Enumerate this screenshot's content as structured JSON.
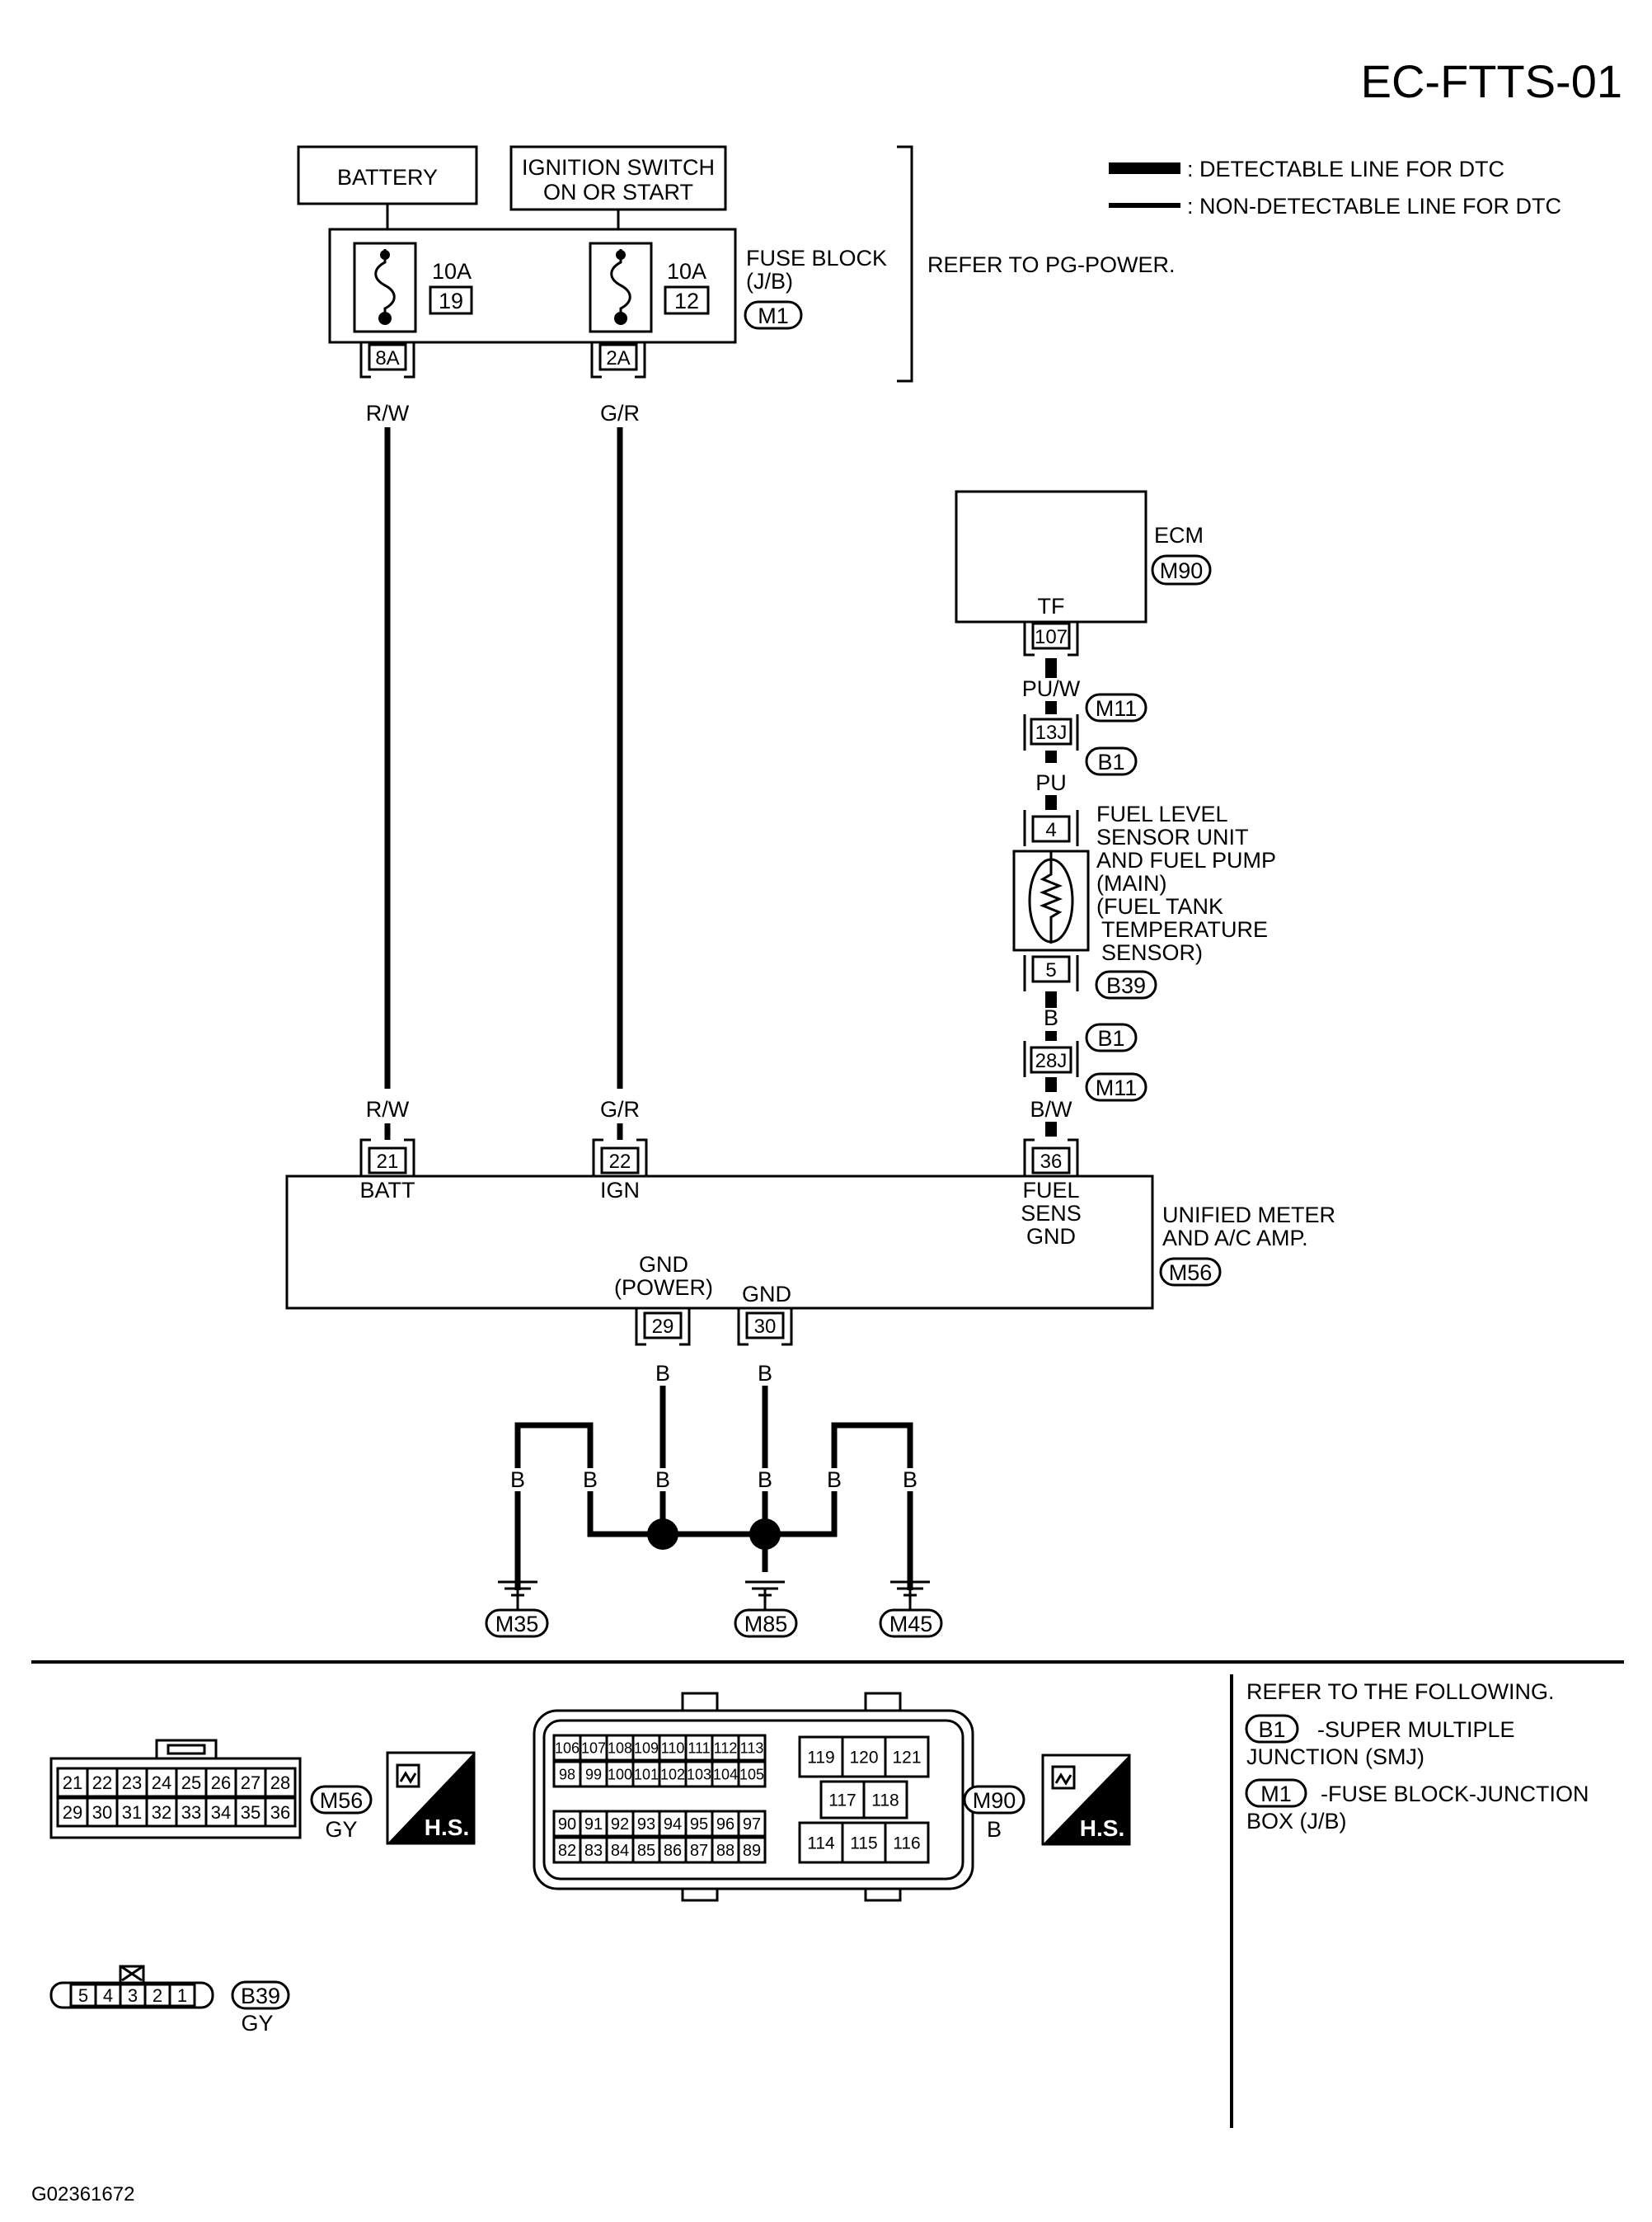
{
  "title": "EC-FTTS-01",
  "figure_id": "G02361672",
  "legend": {
    "detectable": ": DETECTABLE LINE FOR DTC",
    "non_detectable": ": NON-DETECTABLE LINE FOR DTC"
  },
  "power": {
    "battery": "BATTERY",
    "ign_line1": "IGNITION SWITCH",
    "ign_line2": "ON OR START",
    "fuse_block_line1": "FUSE BLOCK",
    "fuse_block_line2": "(J/B)",
    "fuse_block_conn": "M1",
    "refer": "REFER TO PG-POWER.",
    "fuse1_amp": "10A",
    "fuse1_no": "19",
    "fuse2_amp": "10A",
    "fuse2_no": "12",
    "term1": "8A",
    "term2": "2A",
    "wire1": "R/W",
    "wire2": "G/R"
  },
  "ecm": {
    "label": "ECM",
    "conn": "M90",
    "tf": "TF",
    "pin": "107",
    "wire1": "PU/W",
    "m11": "M11",
    "j13": "13J",
    "b1": "B1",
    "wire2": "PU"
  },
  "sensor": {
    "pin_top": "4",
    "pin_bot": "5",
    "conn": "B39",
    "lines": [
      "FUEL LEVEL",
      "SENSOR UNIT",
      "AND FUEL PUMP",
      "(MAIN)",
      "(FUEL TANK",
      "TEMPERATURE",
      "SENSOR)"
    ],
    "wire_b": "B",
    "b1": "B1",
    "j28": "28J",
    "m11": "M11",
    "wire_bw": "B/W"
  },
  "meter": {
    "wire_rw": "R/W",
    "wire_gr": "G/R",
    "pin21": "21",
    "pin22": "22",
    "pin36": "36",
    "batt": "BATT",
    "ign": "IGN",
    "fuel1": "FUEL",
    "fuel2": "SENS",
    "fuel3": "GND",
    "name1": "UNIFIED METER",
    "name2": "AND A/C AMP.",
    "conn": "M56",
    "gnd_power1": "GND",
    "gnd_power2": "(POWER)",
    "gnd": "GND",
    "pin29": "29",
    "pin30": "30"
  },
  "ground": {
    "wire": "B",
    "g1": "M35",
    "g2": "M85",
    "g3": "M45"
  },
  "connectors": {
    "m56": {
      "conn": "M56",
      "color": "GY",
      "row1": [
        "21",
        "22",
        "23",
        "24",
        "25",
        "26",
        "27",
        "28"
      ],
      "row2": [
        "29",
        "30",
        "31",
        "32",
        "33",
        "34",
        "35",
        "36"
      ]
    },
    "hs": "H.S.",
    "m90": {
      "conn": "M90",
      "color": "B",
      "rowA": [
        "106",
        "107",
        "108",
        "109",
        "110",
        "111",
        "112",
        "113"
      ],
      "rowB": [
        "98",
        "99",
        "100",
        "101",
        "102",
        "103",
        "104",
        "105"
      ],
      "rowC": [
        "90",
        "91",
        "92",
        "93",
        "94",
        "95",
        "96",
        "97"
      ],
      "rowD": [
        "82",
        "83",
        "84",
        "85",
        "86",
        "87",
        "88",
        "89"
      ],
      "r1": [
        "119",
        "120",
        "121"
      ],
      "r2": [
        "117",
        "118"
      ],
      "r3": [
        "114",
        "115",
        "116"
      ]
    },
    "b39": {
      "conn": "B39",
      "color": "GY",
      "pins": [
        "5",
        "4",
        "3",
        "2",
        "1"
      ]
    }
  },
  "refer_following": {
    "heading": "REFER TO THE FOLLOWING.",
    "b1_conn": "B1",
    "b1_line1": "-SUPER MULTIPLE",
    "b1_line2": "JUNCTION (SMJ)",
    "m1_conn": "M1",
    "m1_line1": "-FUSE BLOCK-JUNCTION",
    "m1_line2": "BOX (J/B)"
  }
}
